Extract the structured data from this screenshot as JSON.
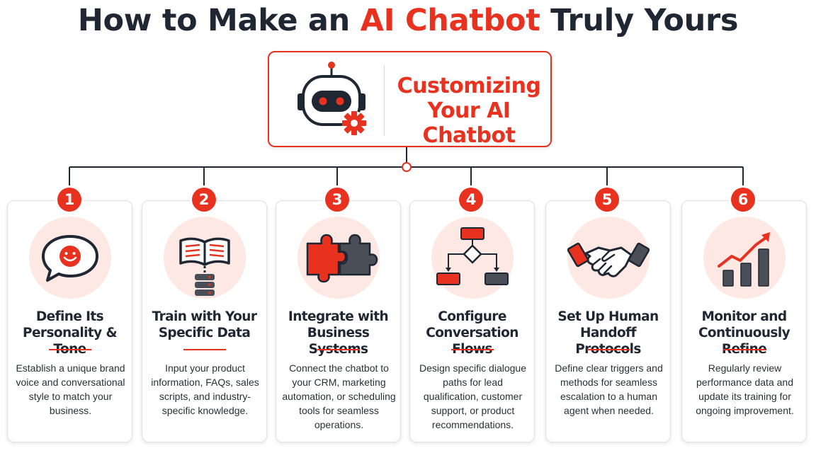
{
  "title": {
    "prefix": "How to Make an ",
    "highlight": "AI Chatbot",
    "suffix": " Truly Yours"
  },
  "hub": {
    "line1": "Customizing",
    "line2": "Your AI Chatbot",
    "icon": "robot-gear-icon"
  },
  "colors": {
    "accent": "#e8321f",
    "dark": "#1f2733",
    "icon_bg": "#fde8e4",
    "icon_dark": "#4a4f57"
  },
  "steps": [
    {
      "number": "1",
      "title_line1": "Define Its",
      "title_line2": "Personality & Tone",
      "description": "Establish a unique brand voice and conversational style to match your business.",
      "icon": "smiley-chat-bubble-icon"
    },
    {
      "number": "2",
      "title_line1": "Train with Your",
      "title_line2": "Specific Data",
      "description": "Input your product information, FAQs, sales scripts, and industry-specific knowledge.",
      "icon": "book-database-icon"
    },
    {
      "number": "3",
      "title_line1": "Integrate with",
      "title_line2": "Business Systems",
      "description": "Connect the chatbot to your CRM, marketing automation, or scheduling tools for seamless operations.",
      "icon": "puzzle-pieces-icon"
    },
    {
      "number": "4",
      "title_line1": "Configure",
      "title_line2": "Conversation Flows",
      "description": "Design specific dialogue paths for lead qualification, customer support, or product recommendations.",
      "icon": "flowchart-icon"
    },
    {
      "number": "5",
      "title_line1": "Set Up Human",
      "title_line2": "Handoff Protocols",
      "description": "Define clear triggers and methods for seamless escalation to a human agent when needed.",
      "icon": "handshake-icon"
    },
    {
      "number": "6",
      "title_line1": "Monitor and",
      "title_line2": "Continuously Refine",
      "description": "Regularly review performance data and update its training for ongoing improvement.",
      "icon": "growth-chart-icon"
    }
  ]
}
